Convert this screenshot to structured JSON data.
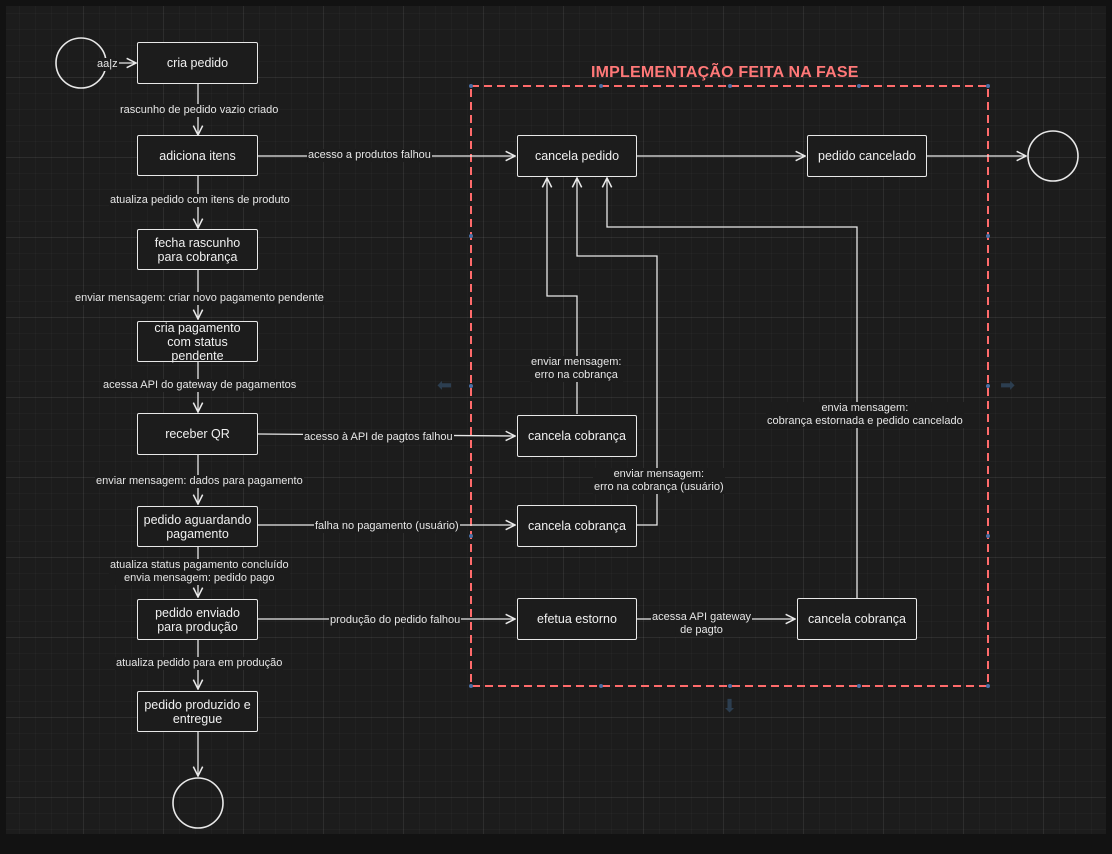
{
  "frame": {
    "title": "IMPLEMENTAÇÃO FEITA NA FASE",
    "color": "#ff6b6b"
  },
  "colors": {
    "stroke": "#e8e8e8",
    "background": "#1c1c1c",
    "handle": "#2c3e50"
  },
  "nodes": {
    "cria_pedido": "cria pedido",
    "adiciona_itens": "adiciona itens",
    "fecha_rascunho": "fecha rascunho para cobrança",
    "cria_pagamento": "cria pagamento com status pendente",
    "receber_qr": "receber QR",
    "pedido_aguardando": "pedido aguardando pagamento",
    "pedido_enviado": "pedido enviado para produção",
    "pedido_produzido": "pedido produzido e entregue",
    "cancela_pedido": "cancela pedido",
    "pedido_cancelado": "pedido cancelado",
    "cancela_cobranca_1": "cancela cobrança",
    "cancela_cobranca_2": "cancela cobrança",
    "efetua_estorno": "efetua estorno",
    "cancela_cobranca_3": "cancela cobrança"
  },
  "edges": {
    "start_to_cria": "aa|z",
    "cria_to_adiciona": "rascunho de pedido vazio criado",
    "adiciona_to_fecha": "atualiza pedido com itens de produto",
    "fecha_to_cria_pag": "enviar mensagem: criar novo pagamento pendente",
    "cria_pag_to_receber": "acessa API do gateway de pagamentos",
    "receber_to_aguardando": "enviar mensagem: dados para pagamento",
    "aguardando_to_enviado_1": "atualiza status pagamento concluído",
    "aguardando_to_enviado_2": "envia mensagem: pedido pago",
    "enviado_to_produzido": "atualiza pedido para em produção",
    "adiciona_to_cancela": "acesso a produtos falhou",
    "receber_to_cancela_cob": "acesso à API de pagtos falhou",
    "aguardando_to_cancela_cob": "falha no pagamento (usuário)",
    "enviado_to_estorno": "produção do pedido falhou",
    "estorno_to_cancela_cob_1": "acessa API gateway",
    "estorno_to_cancela_cob_2": "de pagto",
    "cob1_to_cancela_1": "enviar mensagem:",
    "cob1_to_cancela_2": "erro na cobrança",
    "cob2_to_cancela_1": "enviar mensagem:",
    "cob2_to_cancela_2": "erro na cobrança (usuário)",
    "cob3_to_cancela_1": "envia mensagem:",
    "cob3_to_cancela_2": "cobrança estornada e pedido cancelado"
  }
}
